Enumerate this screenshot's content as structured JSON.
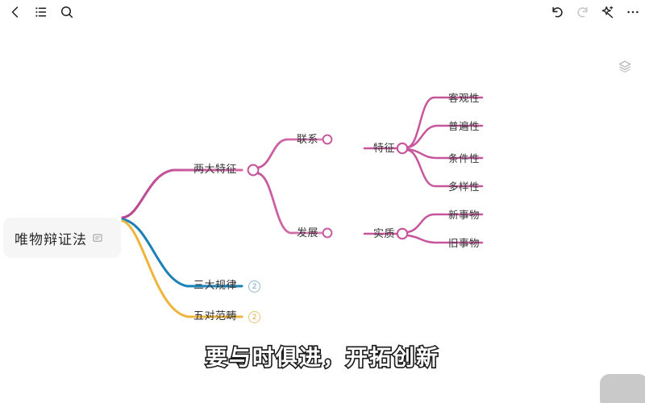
{
  "app": {
    "background": "#ffffff"
  },
  "toolbar": {
    "left_buttons": [
      {
        "name": "back-button",
        "icon": "chevron-left-icon",
        "title": "返回"
      },
      {
        "name": "outline-button",
        "icon": "list-icon",
        "title": "大纲"
      },
      {
        "name": "search-button",
        "icon": "search-icon",
        "title": "搜索"
      }
    ],
    "right_buttons": [
      {
        "name": "undo-button",
        "icon": "undo-icon",
        "title": "撤销",
        "enabled": true
      },
      {
        "name": "redo-button",
        "icon": "redo-icon",
        "title": "重做",
        "enabled": false
      },
      {
        "name": "magic-button",
        "icon": "magic-wand-icon",
        "title": "美化",
        "enabled": true
      },
      {
        "name": "more-button",
        "icon": "ellipsis-icon",
        "title": "更多",
        "enabled": true
      }
    ]
  },
  "layers_button": {
    "icon": "layers-icon",
    "title": "主题样式"
  },
  "mindmap": {
    "root": {
      "label": "唯物辩证法",
      "note_icon": "note-icon"
    },
    "branches": [
      {
        "label": "两大特征",
        "color": "#c7559b",
        "children": [
          {
            "label": "联系",
            "children": [
              {
                "label": "特征",
                "children": [
                  {
                    "label": "客观性"
                  },
                  {
                    "label": "普遍性"
                  },
                  {
                    "label": "条件性"
                  },
                  {
                    "label": "多样性"
                  }
                ]
              }
            ]
          },
          {
            "label": "发展",
            "children": [
              {
                "label": "实质",
                "children": [
                  {
                    "label": "新事物"
                  },
                  {
                    "label": "旧事物"
                  }
                ]
              }
            ]
          }
        ]
      },
      {
        "label": "三大规律",
        "color": "#1b80b5",
        "collapsed_count": "2",
        "badge_style": "blue"
      },
      {
        "label": "五对范畴",
        "color": "#eeb43c",
        "collapsed_count": "2",
        "badge_style": "yellow"
      }
    ]
  },
  "subtitle": {
    "text": "要与时俱进，开拓创新"
  },
  "bottom_pill": {
    "name": "floating-action-button"
  },
  "colors": {
    "branch_pink": "#c7559b",
    "branch_blue": "#1b80b5",
    "branch_yellow": "#eeb43c",
    "text": "#333333",
    "root_bg": "#f6f6f6"
  }
}
